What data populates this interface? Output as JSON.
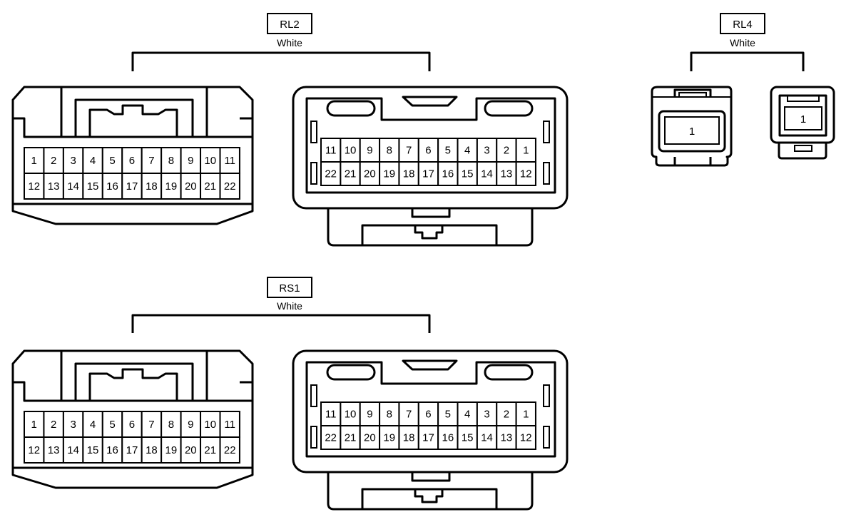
{
  "connectors": [
    {
      "id": "rl2",
      "name": "RL2",
      "color": "White",
      "female": {
        "row1": [
          "1",
          "2",
          "3",
          "4",
          "5",
          "6",
          "7",
          "8",
          "9",
          "10",
          "11"
        ],
        "row2": [
          "12",
          "13",
          "14",
          "15",
          "16",
          "17",
          "18",
          "19",
          "20",
          "21",
          "22"
        ]
      },
      "male": {
        "row1": [
          "11",
          "10",
          "9",
          "8",
          "7",
          "6",
          "5",
          "4",
          "3",
          "2",
          "1"
        ],
        "row2": [
          "22",
          "21",
          "20",
          "19",
          "18",
          "17",
          "16",
          "15",
          "14",
          "13",
          "12"
        ]
      }
    },
    {
      "id": "rs1",
      "name": "RS1",
      "color": "White",
      "female": {
        "row1": [
          "1",
          "2",
          "3",
          "4",
          "5",
          "6",
          "7",
          "8",
          "9",
          "10",
          "11"
        ],
        "row2": [
          "12",
          "13",
          "14",
          "15",
          "16",
          "17",
          "18",
          "19",
          "20",
          "21",
          "22"
        ]
      },
      "male": {
        "row1": [
          "11",
          "10",
          "9",
          "8",
          "7",
          "6",
          "5",
          "4",
          "3",
          "2",
          "1"
        ],
        "row2": [
          "22",
          "21",
          "20",
          "19",
          "18",
          "17",
          "16",
          "15",
          "14",
          "13",
          "12"
        ]
      }
    },
    {
      "id": "rl4",
      "name": "RL4",
      "color": "White",
      "female": {
        "pin": "1"
      },
      "male": {
        "pin": "1"
      }
    }
  ]
}
